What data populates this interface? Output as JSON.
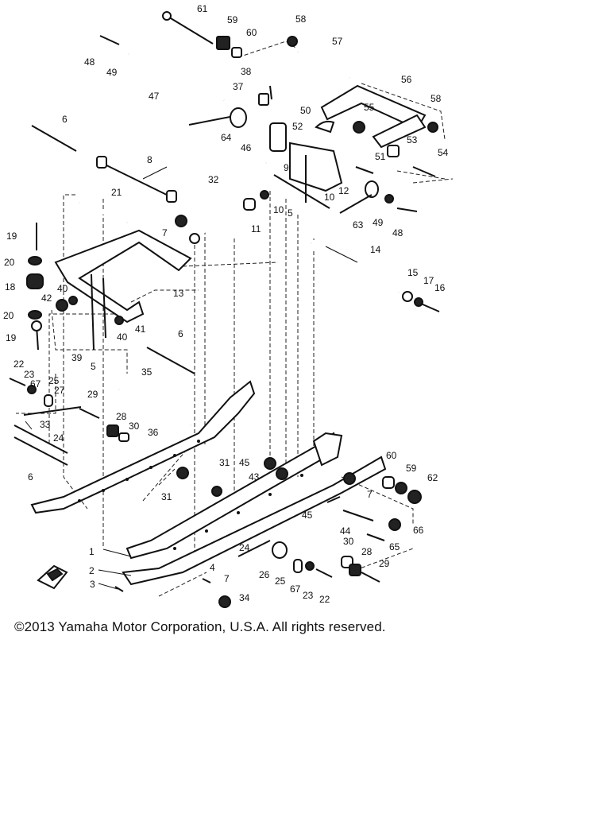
{
  "labels": [
    {
      "id": "61",
      "text": "61"
    },
    {
      "id": "59",
      "text": "59"
    },
    {
      "id": "58",
      "text": "58"
    },
    {
      "id": "60",
      "text": "60"
    },
    {
      "id": "57",
      "text": "57"
    },
    {
      "id": "48",
      "text": "48"
    },
    {
      "id": "49",
      "text": "49"
    },
    {
      "id": "38",
      "text": "38"
    },
    {
      "id": "56",
      "text": "56"
    },
    {
      "id": "37",
      "text": "37"
    },
    {
      "id": "47",
      "text": "47"
    },
    {
      "id": "58b",
      "text": "58"
    },
    {
      "id": "55",
      "text": "55"
    },
    {
      "id": "50",
      "text": "50"
    },
    {
      "id": "6",
      "text": "6"
    },
    {
      "id": "64",
      "text": "64"
    },
    {
      "id": "46",
      "text": "46"
    },
    {
      "id": "52",
      "text": "52"
    },
    {
      "id": "53",
      "text": "53"
    },
    {
      "id": "54",
      "text": "54"
    },
    {
      "id": "8",
      "text": "8"
    },
    {
      "id": "9",
      "text": "9"
    },
    {
      "id": "51",
      "text": "51"
    },
    {
      "id": "32",
      "text": "32"
    },
    {
      "id": "12",
      "text": "12"
    },
    {
      "id": "21",
      "text": "21"
    },
    {
      "id": "10",
      "text": "10"
    },
    {
      "id": "10b",
      "text": "10"
    },
    {
      "id": "5",
      "text": "5"
    },
    {
      "id": "11",
      "text": "11"
    },
    {
      "id": "63",
      "text": "63"
    },
    {
      "id": "49b",
      "text": "49"
    },
    {
      "id": "48b",
      "text": "48"
    },
    {
      "id": "7",
      "text": "7"
    },
    {
      "id": "19",
      "text": "19"
    },
    {
      "id": "14",
      "text": "14"
    },
    {
      "id": "20",
      "text": "20"
    },
    {
      "id": "15",
      "text": "15"
    },
    {
      "id": "17",
      "text": "17"
    },
    {
      "id": "16",
      "text": "16"
    },
    {
      "id": "18",
      "text": "18"
    },
    {
      "id": "40",
      "text": "40"
    },
    {
      "id": "13",
      "text": "13"
    },
    {
      "id": "42",
      "text": "42"
    },
    {
      "id": "20b",
      "text": "20"
    },
    {
      "id": "41",
      "text": "41"
    },
    {
      "id": "19b",
      "text": "19"
    },
    {
      "id": "40b",
      "text": "40"
    },
    {
      "id": "6b",
      "text": "6"
    },
    {
      "id": "39",
      "text": "39"
    },
    {
      "id": "5b",
      "text": "5"
    },
    {
      "id": "22",
      "text": "22"
    },
    {
      "id": "23",
      "text": "23"
    },
    {
      "id": "67",
      "text": "67"
    },
    {
      "id": "25",
      "text": "25"
    },
    {
      "id": "35",
      "text": "35"
    },
    {
      "id": "27",
      "text": "27"
    },
    {
      "id": "29",
      "text": "29"
    },
    {
      "id": "28",
      "text": "28"
    },
    {
      "id": "30",
      "text": "30"
    },
    {
      "id": "33",
      "text": "33"
    },
    {
      "id": "36",
      "text": "36"
    },
    {
      "id": "24",
      "text": "24"
    },
    {
      "id": "6c",
      "text": "6"
    },
    {
      "id": "31",
      "text": "31"
    },
    {
      "id": "45",
      "text": "45"
    },
    {
      "id": "43",
      "text": "43"
    },
    {
      "id": "60b",
      "text": "60"
    },
    {
      "id": "59b",
      "text": "59"
    },
    {
      "id": "62",
      "text": "62"
    },
    {
      "id": "31b",
      "text": "31"
    },
    {
      "id": "7b",
      "text": "7"
    },
    {
      "id": "45b",
      "text": "45"
    },
    {
      "id": "44",
      "text": "44"
    },
    {
      "id": "66",
      "text": "66"
    },
    {
      "id": "65",
      "text": "65"
    },
    {
      "id": "1",
      "text": "1"
    },
    {
      "id": "24b",
      "text": "24"
    },
    {
      "id": "30b",
      "text": "30"
    },
    {
      "id": "28b",
      "text": "28"
    },
    {
      "id": "2",
      "text": "2"
    },
    {
      "id": "4",
      "text": "4"
    },
    {
      "id": "26",
      "text": "26"
    },
    {
      "id": "25b",
      "text": "25"
    },
    {
      "id": "29b",
      "text": "29"
    },
    {
      "id": "3",
      "text": "3"
    },
    {
      "id": "7c",
      "text": "7"
    },
    {
      "id": "67b",
      "text": "67"
    },
    {
      "id": "23b",
      "text": "23"
    },
    {
      "id": "22b",
      "text": "22"
    },
    {
      "id": "34",
      "text": "34"
    }
  ],
  "copyright": "©2013 Yamaha Motor Corporation, U.S.A. All rights reserved."
}
